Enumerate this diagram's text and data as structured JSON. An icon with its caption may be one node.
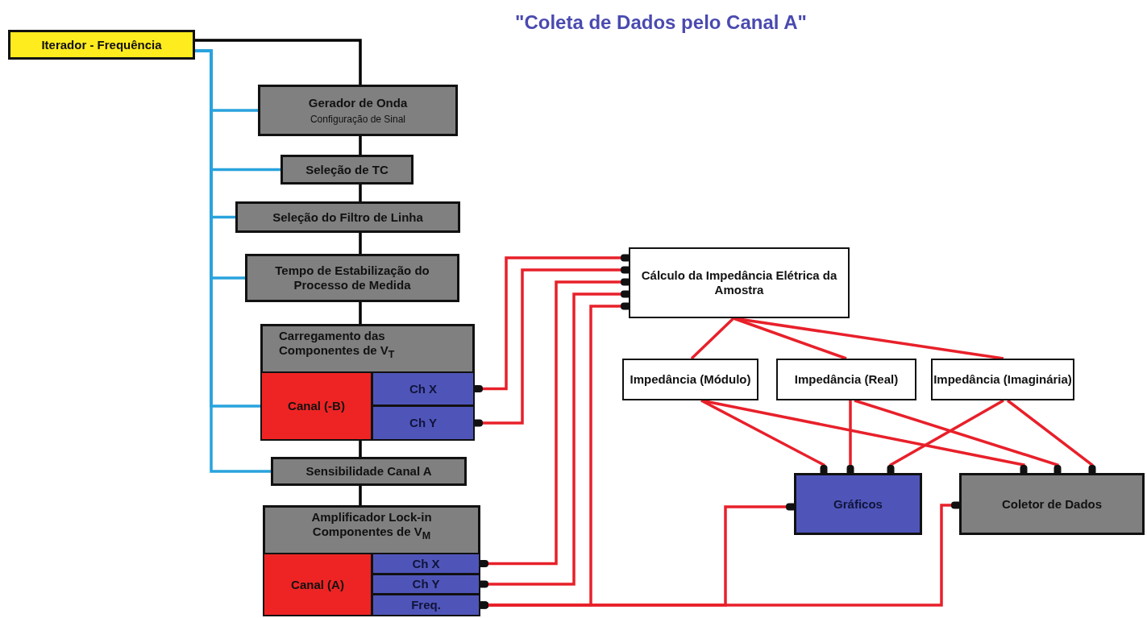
{
  "diagram": {
    "title": "\"Coleta de Dados pelo Canal A\"",
    "nodes": [
      {
        "text": [
          "Iterador - Frequência"
        ]
      },
      {
        "text": [
          "Gerador de Onda",
          "Configuração de Sinal"
        ]
      },
      {
        "text": [
          "Seleção de TC"
        ]
      },
      {
        "text": [
          "Seleção do Filtro de Linha"
        ]
      },
      {
        "text": [
          "Tempo de Estabilização do Processo de Medida"
        ]
      },
      {
        "text": [
          "Carregamento das Componentes de V$_{T}$"
        ]
      },
      {
        "text": [
          "Canal (-B)"
        ],
        "in": 5
      },
      {
        "text": [
          "Ch X"
        ],
        "in": 5
      },
      {
        "text": [
          "Ch Y"
        ],
        "in": 5
      },
      {
        "text": [
          "Sensibilidade Canal A"
        ]
      },
      {
        "text": [
          "Amplificador Lock-in Componentes de V$_{M}$"
        ]
      },
      {
        "text": [
          "Canal (A)"
        ],
        "in": 10
      },
      {
        "text": [
          "Ch X"
        ],
        "in": 10
      },
      {
        "text": [
          "Ch Y"
        ],
        "in": 10
      },
      {
        "text": [
          "Freq."
        ],
        "in": 10
      },
      {
        "text": [
          "Cálculo da Impedância Elétrica da Amostra"
        ]
      },
      {
        "text": [
          "Impedância (Módulo)"
        ]
      },
      {
        "text": [
          "Impedância (Real)"
        ]
      },
      {
        "text": [
          "Impedância (Imaginária)"
        ]
      },
      {
        "text": [
          "Gráficos"
        ]
      },
      {
        "text": [
          "Coletor de Dados"
        ]
      }
    ],
    "edges": [
      {
        "from": 0,
        "to": 1,
        "arrow": "none",
        "color": "#000000"
      },
      {
        "from": 1,
        "to": 2,
        "arrow": "none",
        "color": "#000000"
      },
      {
        "from": 2,
        "to": 3,
        "arrow": "none",
        "color": "#000000"
      },
      {
        "from": 3,
        "to": 4,
        "arrow": "none",
        "color": "#000000"
      },
      {
        "from": 4,
        "to": 5,
        "arrow": "none",
        "color": "#000000"
      },
      {
        "from": 5,
        "to": 9,
        "arrow": "none",
        "color": "#000000"
      },
      {
        "from": 9,
        "to": 10,
        "arrow": "none",
        "color": "#000000"
      },
      {
        "from": 0,
        "to": 1,
        "arrow": "none",
        "color": "#29a3dd"
      },
      {
        "from": 0,
        "to": 2,
        "arrow": "none",
        "color": "#29a3dd"
      },
      {
        "from": 0,
        "to": 3,
        "arrow": "none",
        "color": "#29a3dd"
      },
      {
        "from": 0,
        "to": 4,
        "arrow": "none",
        "color": "#29a3dd"
      },
      {
        "from": 0,
        "to": 6,
        "arrow": "none",
        "color": "#29a3dd"
      },
      {
        "from": 0,
        "to": 9,
        "arrow": "none",
        "color": "#29a3dd"
      },
      {
        "from": 7,
        "to": 15,
        "arrow": "other"
      },
      {
        "from": 8,
        "to": 15,
        "arrow": "other"
      },
      {
        "from": 12,
        "to": 15,
        "arrow": "other"
      },
      {
        "from": 13,
        "to": 15,
        "arrow": "other"
      },
      {
        "from": 14,
        "to": 15,
        "arrow": "other"
      },
      {
        "from": 14,
        "to": 19,
        "arrow": "other"
      },
      {
        "from": 14,
        "to": 20,
        "arrow": "other"
      },
      {
        "from": 15,
        "to": 16,
        "arrow": "none"
      },
      {
        "from": 15,
        "to": 17,
        "arrow": "none"
      },
      {
        "from": 15,
        "to": 18,
        "arrow": "none"
      },
      {
        "from": 16,
        "to": 19,
        "arrow": "other"
      },
      {
        "from": 16,
        "to": 20,
        "arrow": "other"
      },
      {
        "from": 17,
        "to": 19,
        "arrow": "other"
      },
      {
        "from": 17,
        "to": 20,
        "arrow": "other"
      },
      {
        "from": 18,
        "to": 19,
        "arrow": "other"
      },
      {
        "from": 18,
        "to": 20,
        "arrow": "other"
      }
    ]
  }
}
